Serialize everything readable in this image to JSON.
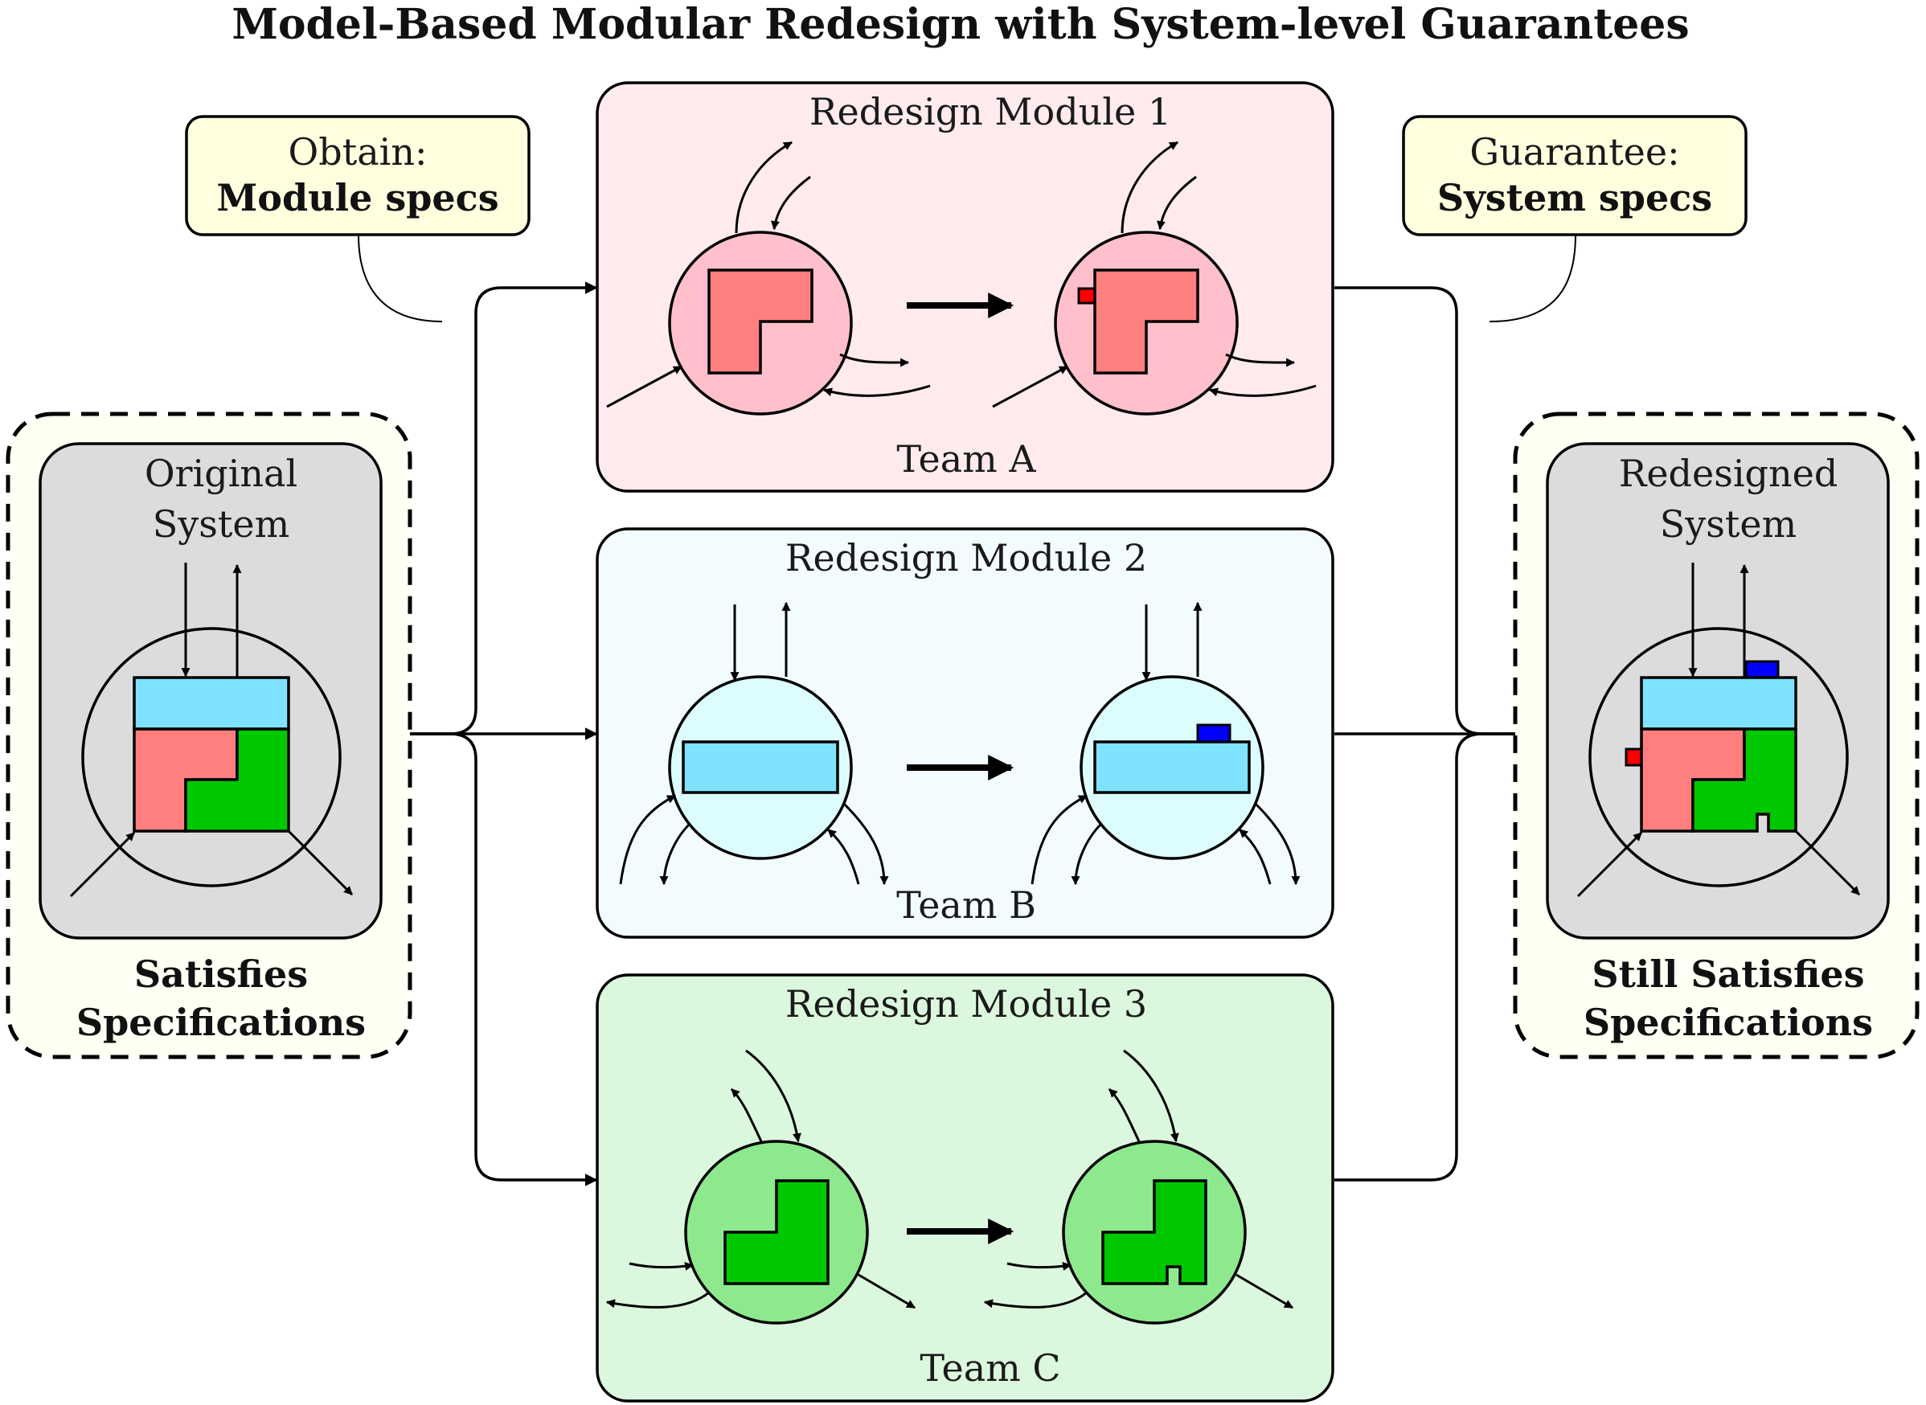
{
  "title": "Model-Based Modular Redesign with System-level Guarantees",
  "callouts": {
    "obtain": {
      "line1": "Obtain:",
      "line2": "Module specs"
    },
    "guarantee": {
      "line1": "Guarantee:",
      "line2": "System specs"
    }
  },
  "original": {
    "label_line1": "Original",
    "label_line2": "System",
    "caption_line1": "Satisfies",
    "caption_line2": "Specifications"
  },
  "redesigned": {
    "label_line1": "Redesigned",
    "label_line2": "System",
    "caption_line1": "Still Satisfies",
    "caption_line2": "Specifications"
  },
  "modules": [
    {
      "title": "Redesign Module 1",
      "team": "Team A",
      "bg": "#ffeaee",
      "circle": "#ffc0cb",
      "part": "#ff7f7f"
    },
    {
      "title": "Redesign Module 2",
      "team": "Team B",
      "bg": "#f2fcfe",
      "circle": "#dcfcfe",
      "part": "#7fe3ff"
    },
    {
      "title": "Redesign Module 3",
      "team": "Team C",
      "bg": "#dbf7dd",
      "circle": "#8ee88e",
      "part": "#00c800"
    }
  ],
  "colors": {
    "system_bg": "#dcdcdc",
    "dashed_bg": "#fffff4",
    "callout_bg": "#ffffe0",
    "red_part": "#ff7f7f",
    "blue_part": "#7fe3ff",
    "green_part": "#00c800",
    "red_patch": "#ff0000",
    "blue_patch": "#0000ff"
  }
}
